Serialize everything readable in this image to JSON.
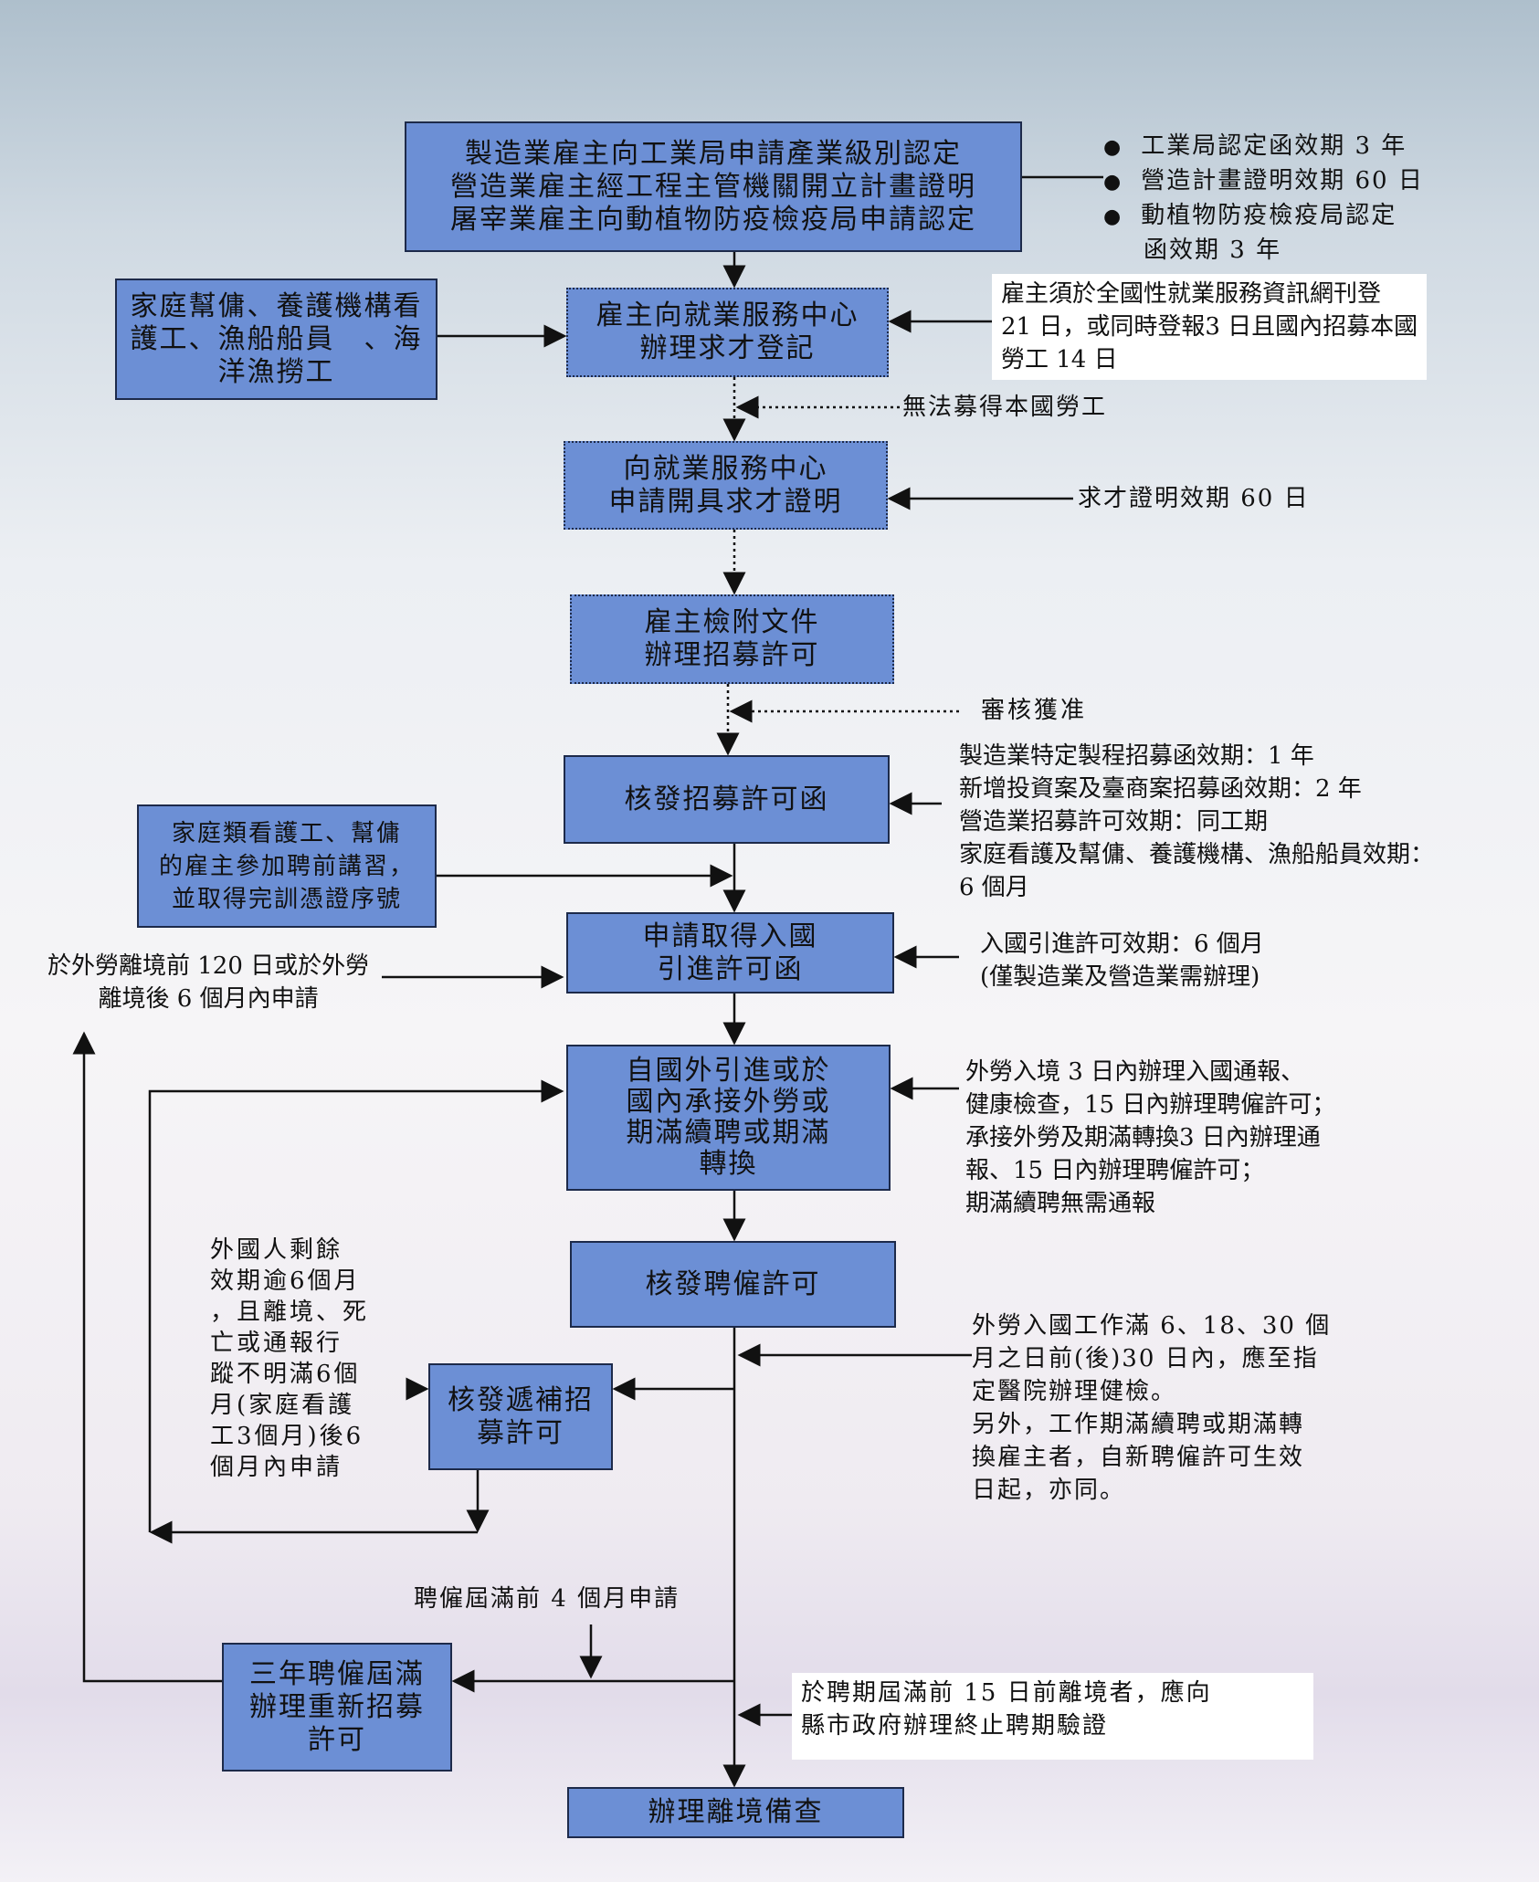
{
  "box_recognition": [
    "製造業雇主向工業局申請產業級別認定",
    "營造業雇主經工程主管機關開立計畫證明",
    "屠宰業雇主向動植物防疫檢疫局申請認定"
  ],
  "recognition_notes": [
    "工業局認定函效期 3 年",
    "營造計畫證明效期 60 日",
    "動植物防疫檢疫局認定",
    "函效期 3 年"
  ],
  "box_domestic": [
    "家庭幫傭、養護機構看",
    "護工、漁船船員　、海",
    "洋漁撈工"
  ],
  "box_job_registration": [
    "雇主向就業服務中心",
    "辦理求才登記"
  ],
  "note_registration": [
    "雇主須於全國性就業服務資訊網刊登",
    "21 日，或同時登報3 日且國內招募本國",
    "勞工 14 日"
  ],
  "label_no_local": "無法募得本國勞工",
  "box_certificate": [
    "向就業服務中心",
    "申請開具求才證明"
  ],
  "note_certificate": "求才證明效期 60 日",
  "box_documents": [
    "雇主檢附文件",
    "辦理招募許可"
  ],
  "label_approved": "審核獲准",
  "box_recruit_permit": [
    "核發招募許可函"
  ],
  "note_recruit_permit": [
    "製造業特定製程招募函效期：1 年",
    "新增投資案及臺商案招募函效期：2 年",
    "營造業招募許可效期：同工期",
    "家庭看護及幫傭、養護機構、漁船船員效期：",
    "6 個月"
  ],
  "box_training": [
    "家庭類看護工、幫傭",
    "的雇主參加聘前講習，",
    "並取得完訓憑證序號"
  ],
  "box_entry_permit": [
    "申請取得入國",
    "引進許可函"
  ],
  "note_entry_permit": [
    "入國引進許可效期：6 個月",
    "(僅製造業及營造業需辦理)"
  ],
  "note_departure": [
    "於外勞離境前 120 日或於外勞",
    "離境後 6 個月內申請"
  ],
  "box_introduce": [
    "自國外引進或於",
    "國內承接外勞或",
    "期滿續聘或期滿",
    "轉換"
  ],
  "note_introduce": [
    "外勞入境 3 日內辦理入國通報、",
    "健康檢查，15 日內辦理聘僱許可；",
    "承接外勞及期滿轉換3 日內辦理通",
    "報、15 日內辦理聘僱許可；",
    "期滿續聘無需通報"
  ],
  "box_employment_permit": [
    "核發聘僱許可"
  ],
  "note_replacement": [
    "外國人剩餘",
    "效期逾6個月",
    "，且離境、死",
    "亡或通報行",
    "蹤不明滿6個",
    "月(家庭看護",
    "工3個月)後6",
    "個月內申請"
  ],
  "box_replacement": [
    "核發遞補招",
    "募許可"
  ],
  "note_health": [
    "外勞入國工作滿 6、18、30 個",
    "月之日前(後)30 日內，應至指",
    "定醫院辦理健檢。",
    "另外，工作期滿續聘或期滿轉",
    "換雇主者，自新聘僱許可生效",
    "日起，亦同。"
  ],
  "label_four_months": "聘僱屆滿前 4 個月申請",
  "box_rerecruit": [
    "三年聘僱屆滿",
    "辦理重新招募",
    "許可"
  ],
  "note_termination": [
    "於聘期屆滿前 15 日前離境者，應向",
    "縣市政府辦理終止聘期驗證"
  ],
  "box_departure": [
    "辦理離境備查"
  ],
  "colors": {
    "box": "#6c8fd5",
    "line": "#111111"
  }
}
